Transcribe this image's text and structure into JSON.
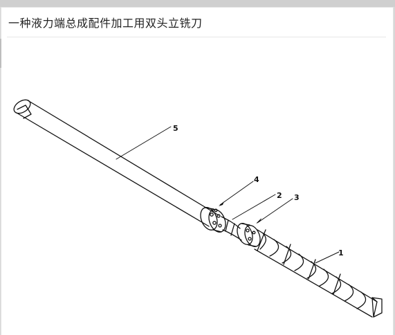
{
  "article": {
    "title": "一种液力端总成配件加工用双头立铣刀"
  },
  "diagram": {
    "labels": [
      "1",
      "2",
      "3",
      "4",
      "5"
    ]
  }
}
